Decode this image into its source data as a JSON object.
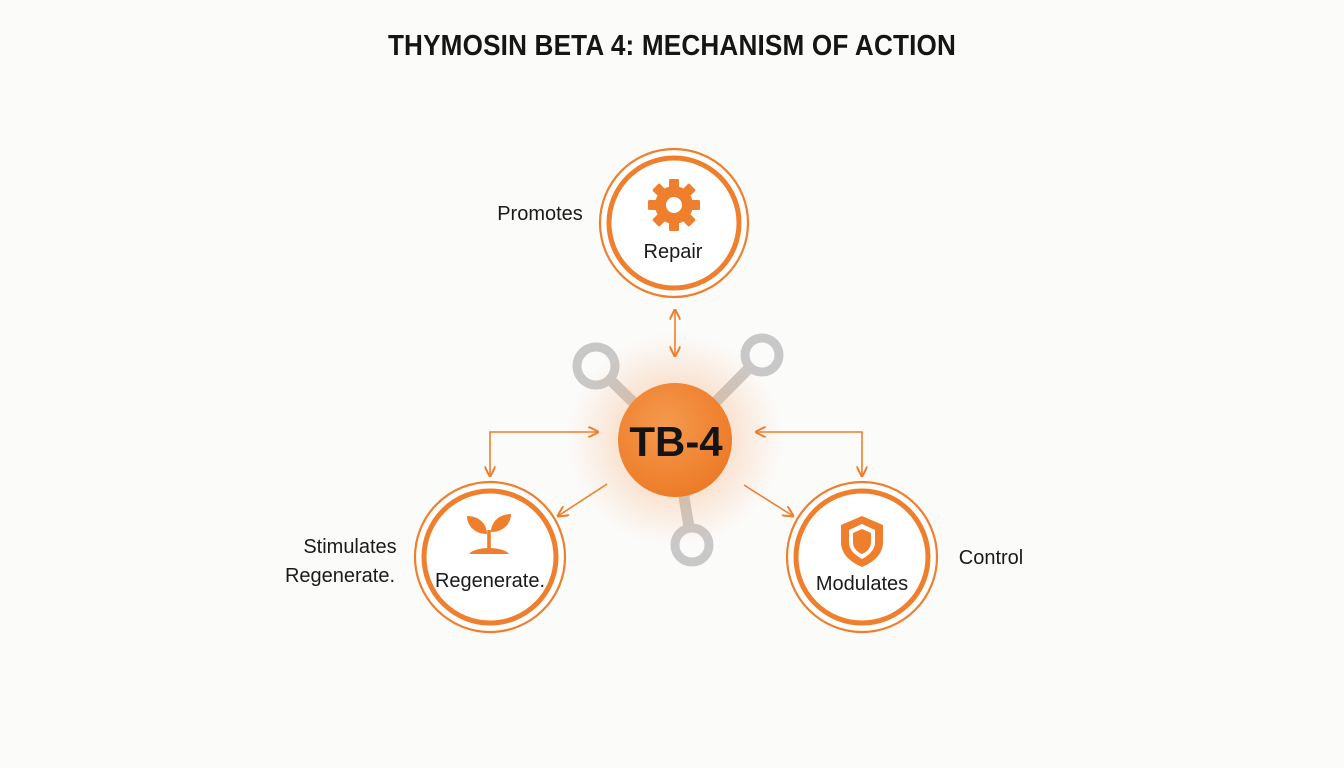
{
  "title": "THYMOSIN BETA 4: MECHANISM OF ACTION",
  "center": {
    "label": "TB-4"
  },
  "nodes": {
    "repair": {
      "label": "Repair",
      "icon": "gear-icon",
      "side_label": "Promotes"
    },
    "regenerate": {
      "label": "Regenerate.",
      "icon": "sprout-icon",
      "side_label_line1": "Stimulates",
      "side_label_line2": "Regenerate."
    },
    "modulates": {
      "label": "Modulates",
      "icon": "shield-icon",
      "side_label": "Control"
    }
  },
  "colors": {
    "accent": "#ef7f2d",
    "center_fill": "#f08a3c",
    "molecule_gray": "#c8c8c8",
    "text": "#1a1a1a"
  }
}
